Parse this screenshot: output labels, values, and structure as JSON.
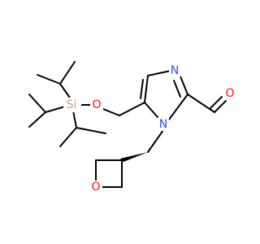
{
  "molecule": {
    "atoms": {
      "si": {
        "label": "Si",
        "color": "#c2a58a"
      },
      "o_ether": {
        "label": "O",
        "color": "#ff0d0d"
      },
      "n_ring_top": {
        "label": "N",
        "color": "#3050f8"
      },
      "n_ring_bottom": {
        "label": "N",
        "color": "#3050f8"
      },
      "o_aldehyde": {
        "label": "O",
        "color": "#ff0d0d"
      },
      "o_oxetane": {
        "label": "O",
        "color": "#ff0d0d"
      }
    },
    "bond_color": "#000000"
  }
}
